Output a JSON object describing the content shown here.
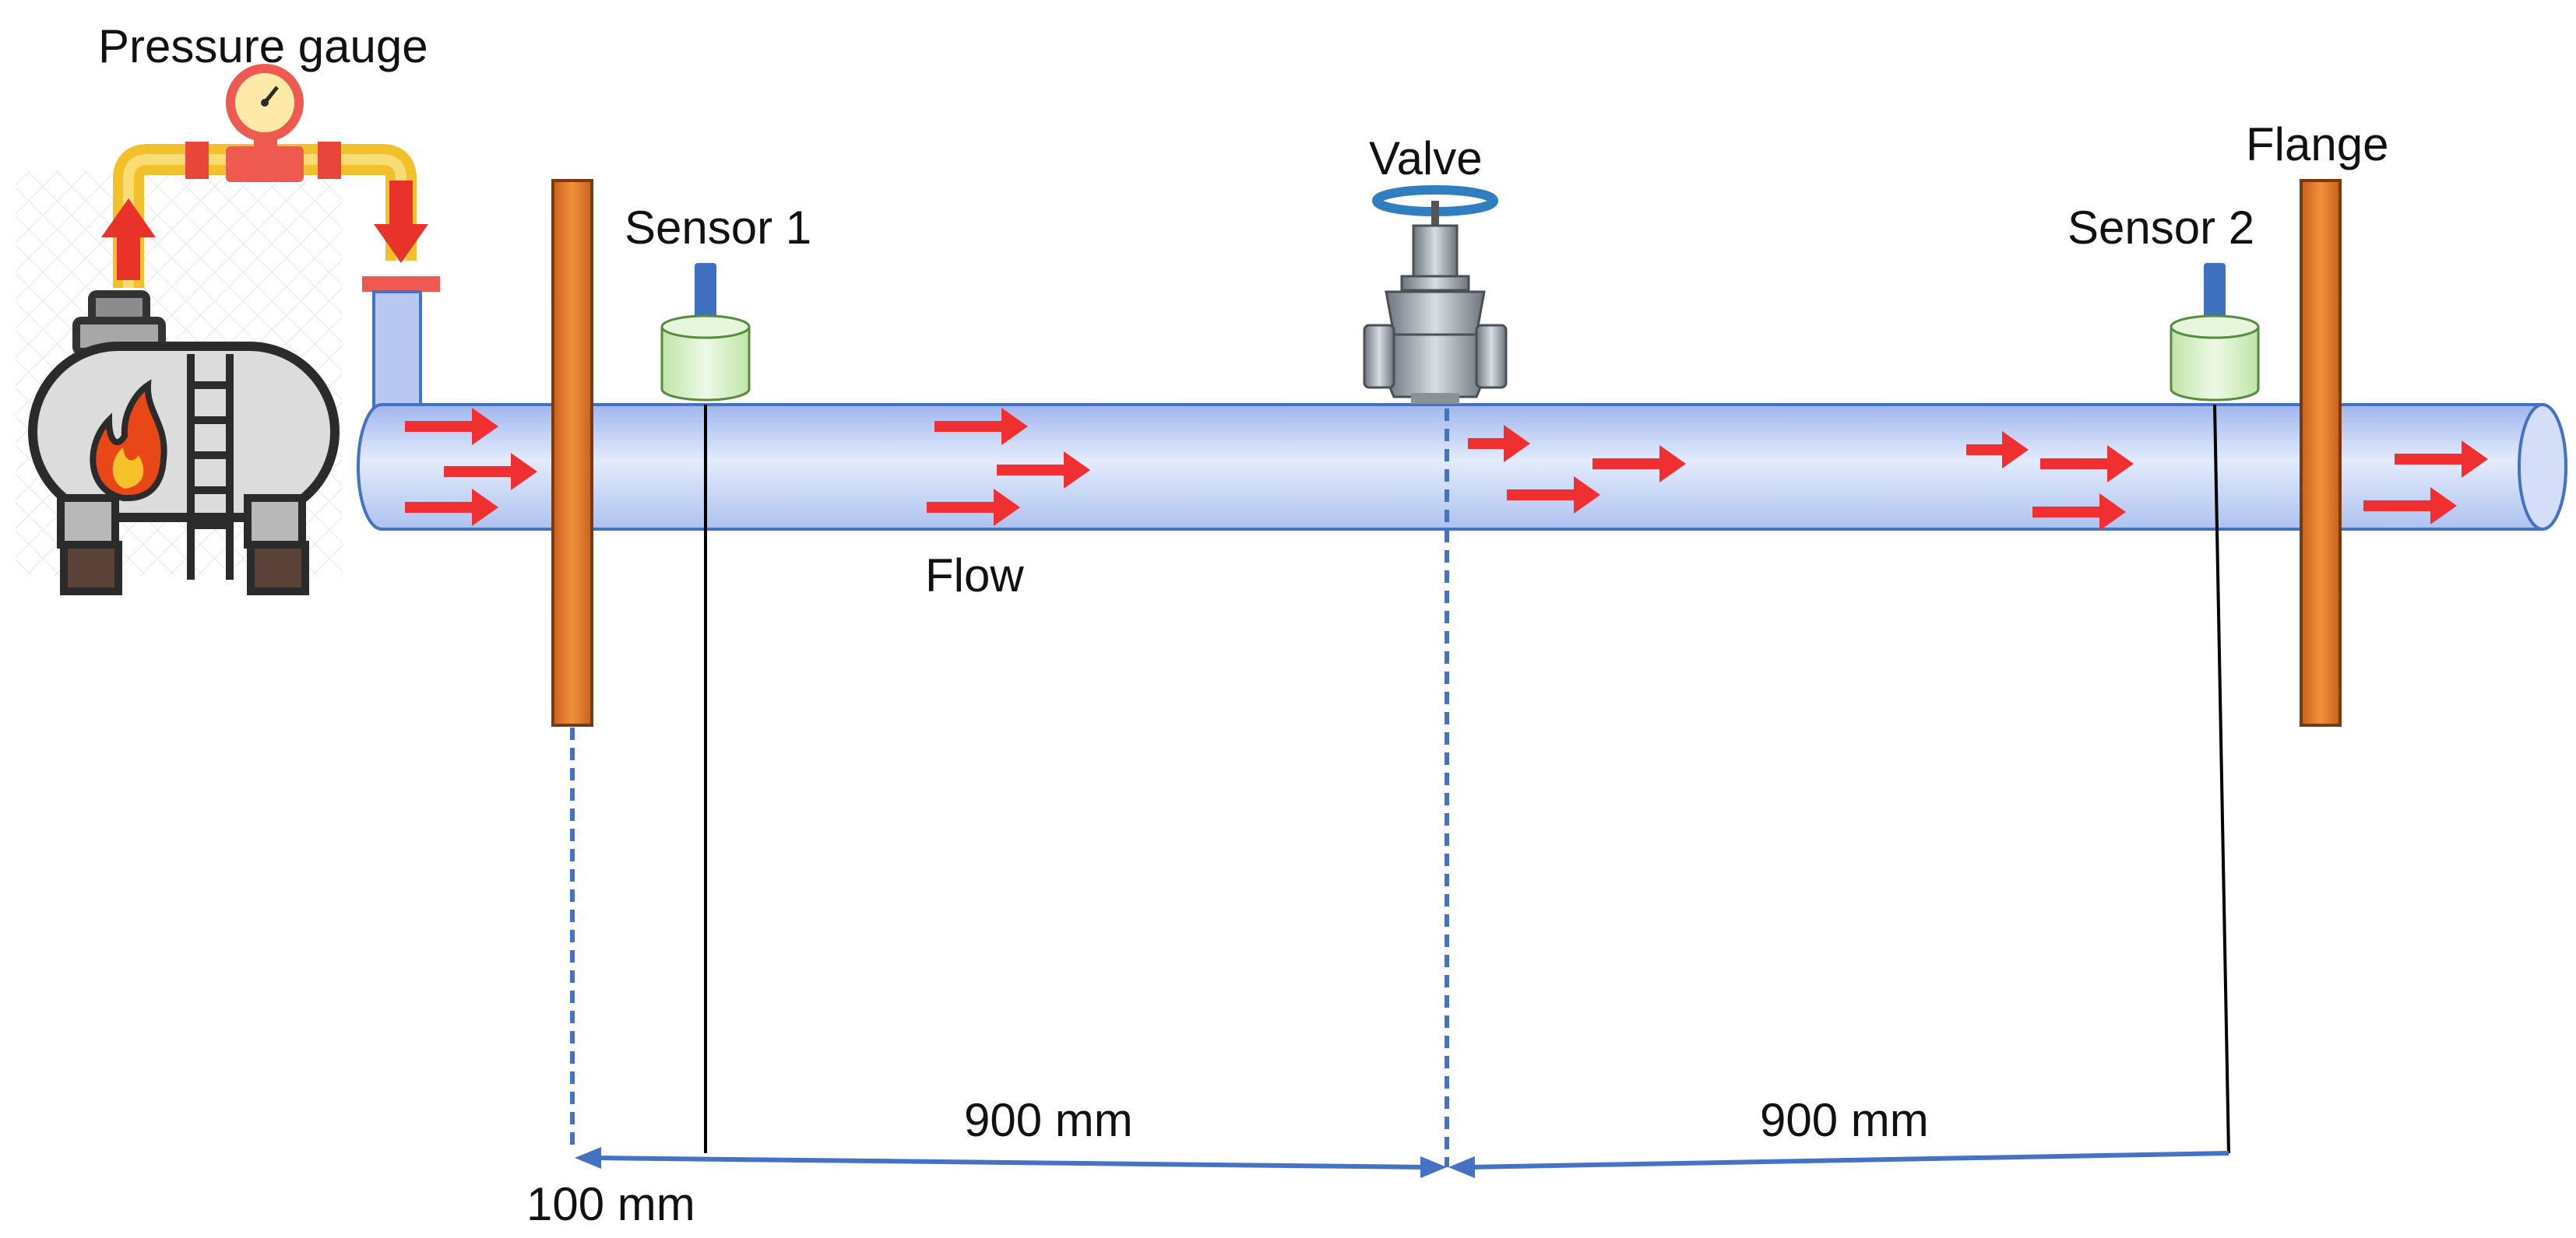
{
  "labels": {
    "pressure_gauge": "Pressure gauge",
    "valve": "Valve",
    "flange": "Flange",
    "sensor_1": "Sensor 1",
    "sensor_2": "Sensor 2",
    "flow": "Flow",
    "dim_left": "100 mm",
    "dim_middle": "900 mm",
    "dim_right": "900 mm"
  },
  "colors": {
    "pipe_fill": "#b8c8f0",
    "pipe_stroke": "#4472c4",
    "flange": "#e07a2c",
    "flange_stroke": "#7a3a10",
    "sensor_body": "#d6efc4",
    "sensor_probe": "#3f6fbf",
    "flow_arrow": "#f03030",
    "dimension_line": "#4472c4",
    "gauge_pipe": "#f2c02a",
    "valve_metal": "#9aa3ab",
    "valve_wheel": "#2f7fc0",
    "tank": "#dedede"
  }
}
